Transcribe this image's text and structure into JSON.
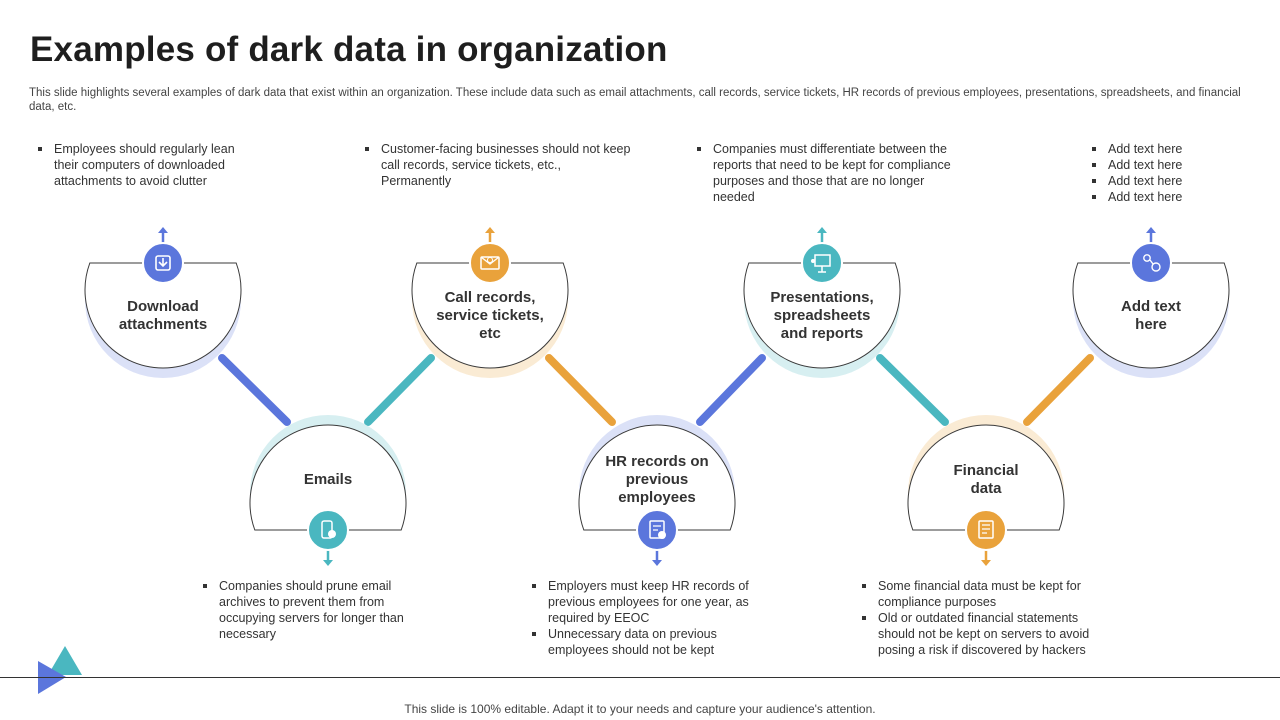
{
  "title": "Examples of dark data in organization",
  "subtitle": "This slide highlights several examples of dark data that exist within an organization. These include data such as email attachments, call records, service tickets, HR records of previous employees, presentations, spreadsheets, and financial data, etc.",
  "footer": "This slide is 100% editable. Adapt it to your needs and capture your audience's attention.",
  "colors": {
    "blue": "#5b76dc",
    "teal": "#4ab7c0",
    "orange": "#e9a23b"
  },
  "nodes": [
    {
      "label": "Download attachments",
      "icon": "download-icon",
      "color": "#5b76dc",
      "notes": [
        "Employees should regularly lean their computers of downloaded attachments to avoid clutter"
      ]
    },
    {
      "label": "Emails",
      "icon": "email-icon",
      "color": "#4ab7c0",
      "notes": [
        "Companies should prune email archives to prevent them from occupying servers for longer than necessary"
      ]
    },
    {
      "label": "Call records, service tickets, etc",
      "icon": "envelope-at-icon",
      "color": "#e9a23b",
      "notes": [
        "Customer-facing businesses should not keep call records, service tickets, etc., Permanently"
      ]
    },
    {
      "label": "HR records on previous employees",
      "icon": "document-check-icon",
      "color": "#5b76dc",
      "notes": [
        "Employers must keep HR records of previous employees for one year, as required by EEOC",
        "Unnecessary data on previous employees should not be kept"
      ]
    },
    {
      "label": "Presentations, spreadsheets and reports",
      "icon": "presentation-icon",
      "color": "#4ab7c0",
      "notes": [
        "Companies must differentiate between the reports that need to be kept for compliance purposes and those that are no longer needed"
      ]
    },
    {
      "label": "Financial data",
      "icon": "financial-report-icon",
      "color": "#e9a23b",
      "notes": [
        "Some financial data must be kept for compliance purposes",
        "Old or outdated financial statements should not be kept on servers to avoid posing a risk if discovered by hackers"
      ]
    },
    {
      "label": "Add text here",
      "icon": "network-icon",
      "color": "#5b76dc",
      "notes": [
        "Add text here",
        "Add text here",
        "Add text here",
        "Add text here"
      ]
    }
  ],
  "connectors": [
    {
      "color": "#5b76dc"
    },
    {
      "color": "#4ab7c0"
    },
    {
      "color": "#e9a23b"
    },
    {
      "color": "#5b76dc"
    },
    {
      "color": "#4ab7c0"
    },
    {
      "color": "#e9a23b"
    }
  ]
}
